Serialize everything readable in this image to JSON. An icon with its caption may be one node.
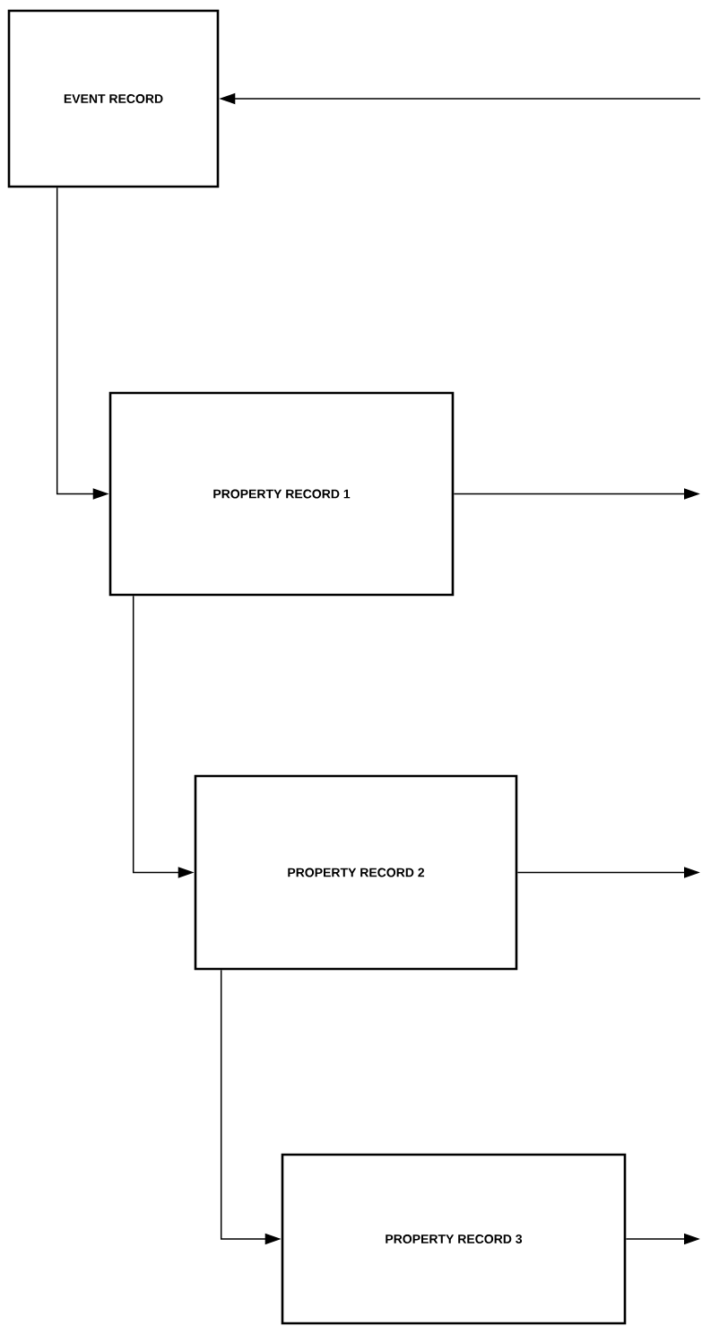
{
  "diagram": {
    "nodes": [
      {
        "text": [
          "EVENT RECORD"
        ]
      },
      {
        "text": [
          "PROPERTY RECORD 1"
        ]
      },
      {
        "text": [
          "PROPERTY RECORD 2"
        ]
      },
      {
        "text": [
          "PROPERTY RECORD 3"
        ]
      }
    ],
    "edges": [
      {
        "from": null,
        "to": 0,
        "arrow": "to"
      },
      {
        "from": 0,
        "to": 1,
        "arrow": "to"
      },
      {
        "from": 1,
        "to": null,
        "arrow": "to"
      },
      {
        "from": 1,
        "to": 2,
        "arrow": "to"
      },
      {
        "from": 2,
        "to": null,
        "arrow": "to"
      },
      {
        "from": 2,
        "to": 3,
        "arrow": "to"
      },
      {
        "from": 3,
        "to": null,
        "arrow": "to"
      }
    ]
  }
}
